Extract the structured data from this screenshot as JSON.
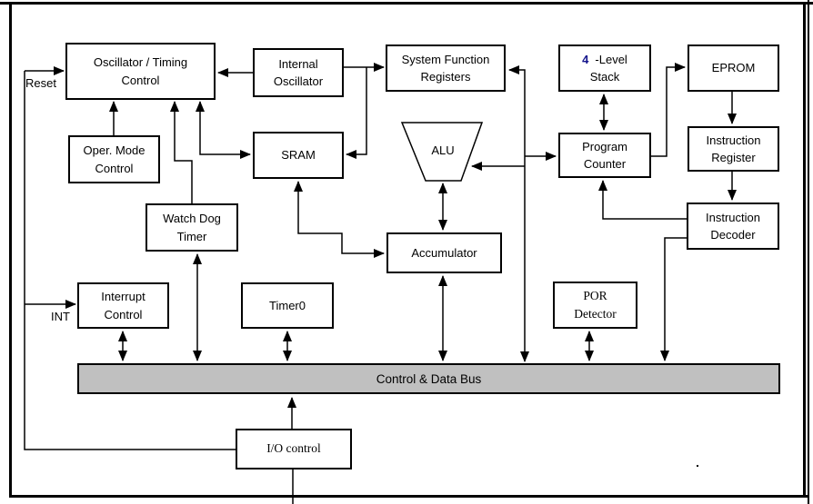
{
  "nodes": {
    "oscillator_timing_control": "Oscillator / Timing\nControl",
    "internal_oscillator": "Internal\nOscillator",
    "system_function_registers": "System Function\nRegisters",
    "stack_prefix": "4",
    "stack_suffix": "-Level\nStack",
    "eprom": "EPROM",
    "oper_mode_control": "Oper. Mode\nControl",
    "sram": "SRAM",
    "alu": "ALU",
    "program_counter": "Program\nCounter",
    "instruction_register": "Instruction\nRegister",
    "watch_dog_timer": "Watch Dog\nTimer",
    "instruction_decoder": "Instruction\nDecoder",
    "accumulator": "Accumulator",
    "interrupt_control": "Interrupt\nControl",
    "timer0": "Timer0",
    "por_detector": "POR\nDetector",
    "io_control": "I/O control"
  },
  "bus": {
    "label": "Control & Data Bus"
  },
  "pin_labels": {
    "reset": "Reset",
    "int": "INT"
  },
  "colors": {
    "line": "#000000",
    "box_border": "#000000",
    "background": "#ffffff",
    "bus_fill": "#c0c0c0",
    "stack_number": "#14148c"
  },
  "edges": [
    {
      "from": "reset-pin",
      "to": "oscillator_timing_control",
      "direction": "uni"
    },
    {
      "from": "internal_oscillator",
      "to": "oscillator_timing_control",
      "direction": "uni"
    },
    {
      "from": "internal_oscillator",
      "to": "system_function_registers",
      "direction": "uni"
    },
    {
      "from": "system_function_registers",
      "to": "sram",
      "direction": "bi"
    },
    {
      "from": "oper_mode_control",
      "to": "oscillator_timing_control",
      "direction": "uni"
    },
    {
      "from": "watch_dog_timer",
      "to": "oscillator_timing_control",
      "direction": "uni"
    },
    {
      "from": "oscillator_timing_control",
      "to": "sram",
      "direction": "bi"
    },
    {
      "from": "bus",
      "to": "system_function_registers",
      "direction": "bi"
    },
    {
      "from": "bus",
      "to": "program_counter",
      "direction": "uni"
    },
    {
      "from": "bus",
      "to": "alu",
      "direction": "uni"
    },
    {
      "from": "sram",
      "to": "accumulator",
      "direction": "bi"
    },
    {
      "from": "alu",
      "to": "accumulator",
      "direction": "bi"
    },
    {
      "from": "accumulator",
      "to": "bus",
      "direction": "bi"
    },
    {
      "from": "watch_dog_timer",
      "to": "bus",
      "direction": "bi"
    },
    {
      "from": "interrupt_control",
      "to": "bus",
      "direction": "bi"
    },
    {
      "from": "timer0",
      "to": "bus",
      "direction": "bi"
    },
    {
      "from": "por_detector",
      "to": "bus",
      "direction": "bi"
    },
    {
      "from": "stack",
      "to": "program_counter",
      "direction": "bi"
    },
    {
      "from": "instruction_decoder",
      "to": "program_counter",
      "direction": "uni"
    },
    {
      "from": "program_counter",
      "to": "eprom",
      "direction": "uni"
    },
    {
      "from": "eprom",
      "to": "instruction_register",
      "direction": "uni"
    },
    {
      "from": "instruction_register",
      "to": "instruction_decoder",
      "direction": "uni"
    },
    {
      "from": "instruction_decoder",
      "to": "bus",
      "direction": "uni"
    },
    {
      "from": "io_control",
      "to": "bus",
      "direction": "uni"
    },
    {
      "from": "int-pin",
      "to": "interrupt_control",
      "direction": "uni"
    },
    {
      "from": "left-rail",
      "to": "io_control",
      "direction": "uni"
    }
  ]
}
